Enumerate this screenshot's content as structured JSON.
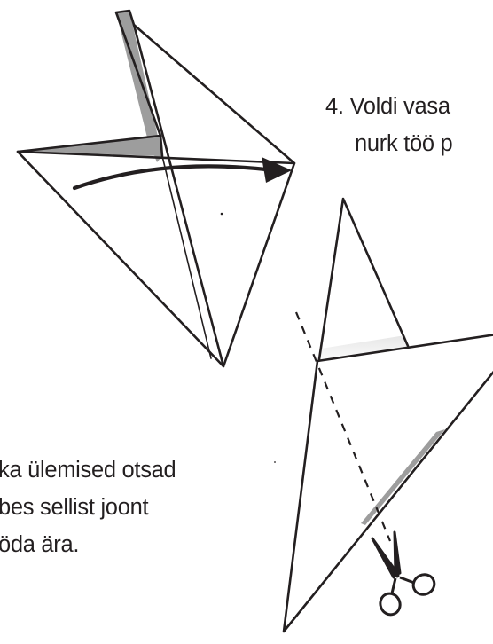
{
  "step4": {
    "line1": "4. Voldi vasa",
    "line2": "nurk töö p"
  },
  "step5": {
    "line1": "ka ülemised otsad",
    "line2": "bes sellist joont",
    "line3": "öda ära."
  },
  "colors": {
    "ink": "#231f20",
    "fold_gray": "#9d9d9d",
    "paper": "#ffffff"
  },
  "icons": {
    "arrow": "curved-arrow-icon",
    "scissors": "scissors-icon"
  }
}
